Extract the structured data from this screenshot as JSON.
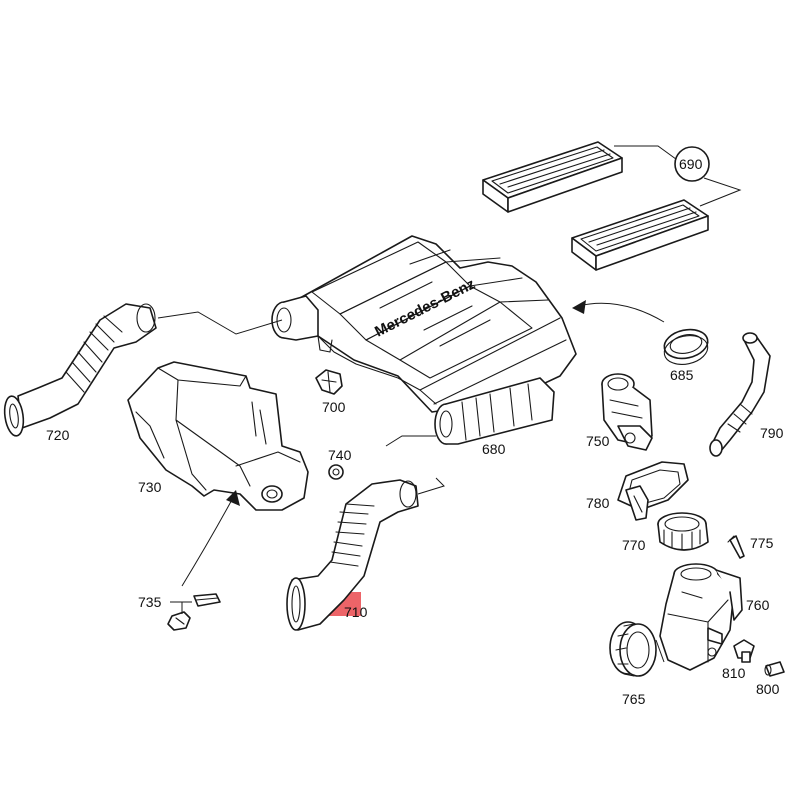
{
  "parts": {
    "p690": "690",
    "p685": "685",
    "p720": "720",
    "p700": "700",
    "p790": "790",
    "p750": "750",
    "p680": "680",
    "p740": "740",
    "p730": "730",
    "p780": "780",
    "p770": "770",
    "p775": "775",
    "p735": "735",
    "p710": "710",
    "p760": "760",
    "p810": "810",
    "p800": "800",
    "p765": "765"
  },
  "logo": "Mercedes-Benz",
  "highlight": {
    "target": "710",
    "color": "#e8383d"
  },
  "colors": {
    "line": "#1a1a1a",
    "background": "#ffffff"
  }
}
